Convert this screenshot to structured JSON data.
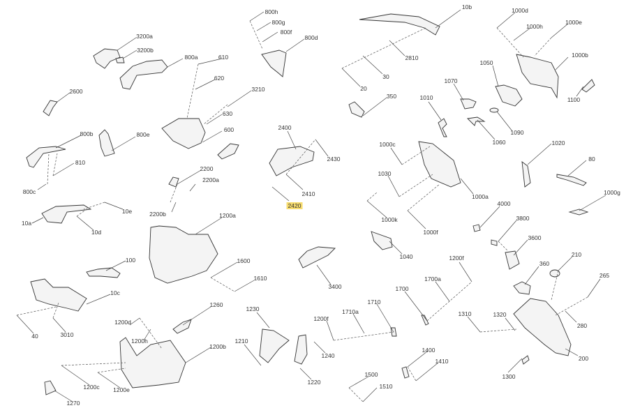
{
  "labels": [
    "3200a",
    "3200b",
    "800a",
    "610",
    "620",
    "3210",
    "630",
    "600",
    "2600",
    "800b",
    "800e",
    "810",
    "800c",
    "2200",
    "2200a",
    "2200b",
    "800h",
    "800g",
    "800f",
    "800d",
    "2400",
    "2410",
    "2420",
    "2430",
    "10b",
    "2810",
    "30",
    "20",
    "350",
    "1010",
    "1070",
    "1050",
    "1060",
    "1090",
    "1000d",
    "1000h",
    "1000e",
    "1000b",
    "1100",
    "1000c",
    "1030",
    "1000a",
    "1020",
    "80",
    "1000g",
    "4000",
    "1000k",
    "1000f",
    "3800",
    "3600",
    "1040",
    "210",
    "360",
    "265",
    "3400",
    "1200f",
    "1700a",
    "1700",
    "1710",
    "1710a",
    "1200f",
    "1310",
    "1320",
    "280",
    "200",
    "1300",
    "1400",
    "1410",
    "1500",
    "1510",
    "1240",
    "1220",
    "1230",
    "1210",
    "10e",
    "10a",
    "10d",
    "1200a",
    "100",
    "1600",
    "1610",
    "10c",
    "40",
    "3010",
    "1260",
    "1200d",
    "1200h",
    "1200b",
    "1200c",
    "1200e",
    "1270"
  ],
  "highlight": {
    "label": "2420",
    "color": "#f7dc6f"
  }
}
